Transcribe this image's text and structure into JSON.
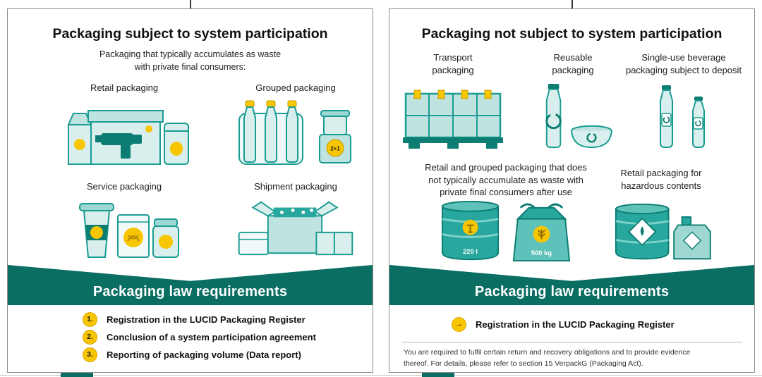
{
  "colors": {
    "teal": "#1a9c92",
    "teal_dark": "#0a6e63",
    "teal_light": "#d9efed",
    "yellow": "#f7c600",
    "text": "#1d1d1b"
  },
  "icons": {
    "arrow_right": "→"
  },
  "left_panel": {
    "title": "Packaging subject to system participation",
    "subtitle": "Packaging that typically accumulates as waste\nwith private final consumers:",
    "categories": {
      "retail": "Retail packaging",
      "grouped": "Grouped packaging",
      "service": "Service packaging",
      "shipment": "Shipment packaging"
    },
    "grouped_badge": "2+1",
    "banner": "Packaging law requirements",
    "requirements": [
      {
        "num": "1.",
        "text": "Registration in the LUCID Packaging Register"
      },
      {
        "num": "2.",
        "text": "Conclusion of a system participation agreement"
      },
      {
        "num": "3.",
        "text": "Reporting of packaging volume (Data report)"
      }
    ]
  },
  "right_panel": {
    "title": "Packaging not subject to system participation",
    "categories": {
      "transport": "Transport\npackaging",
      "reusable": "Reusable\npackaging",
      "single_use": "Single-use beverage\npackaging subject to deposit",
      "non_consumer": "Retail and grouped packaging that does\nnot typically accumulate as waste with\nprivate final consumers after use",
      "hazardous": "Retail packaging for\nhazardous contents"
    },
    "barrel_label": "220 l",
    "bag_label": "500 kg",
    "banner": "Packaging law requirements",
    "requirement": "Registration in the LUCID Packaging Register",
    "footnote": "You are required to fulfil certain return and recovery obligations and to provide evidence\nthereof. For details, please refer to section 15 VerpackG (Packaging Act)."
  }
}
